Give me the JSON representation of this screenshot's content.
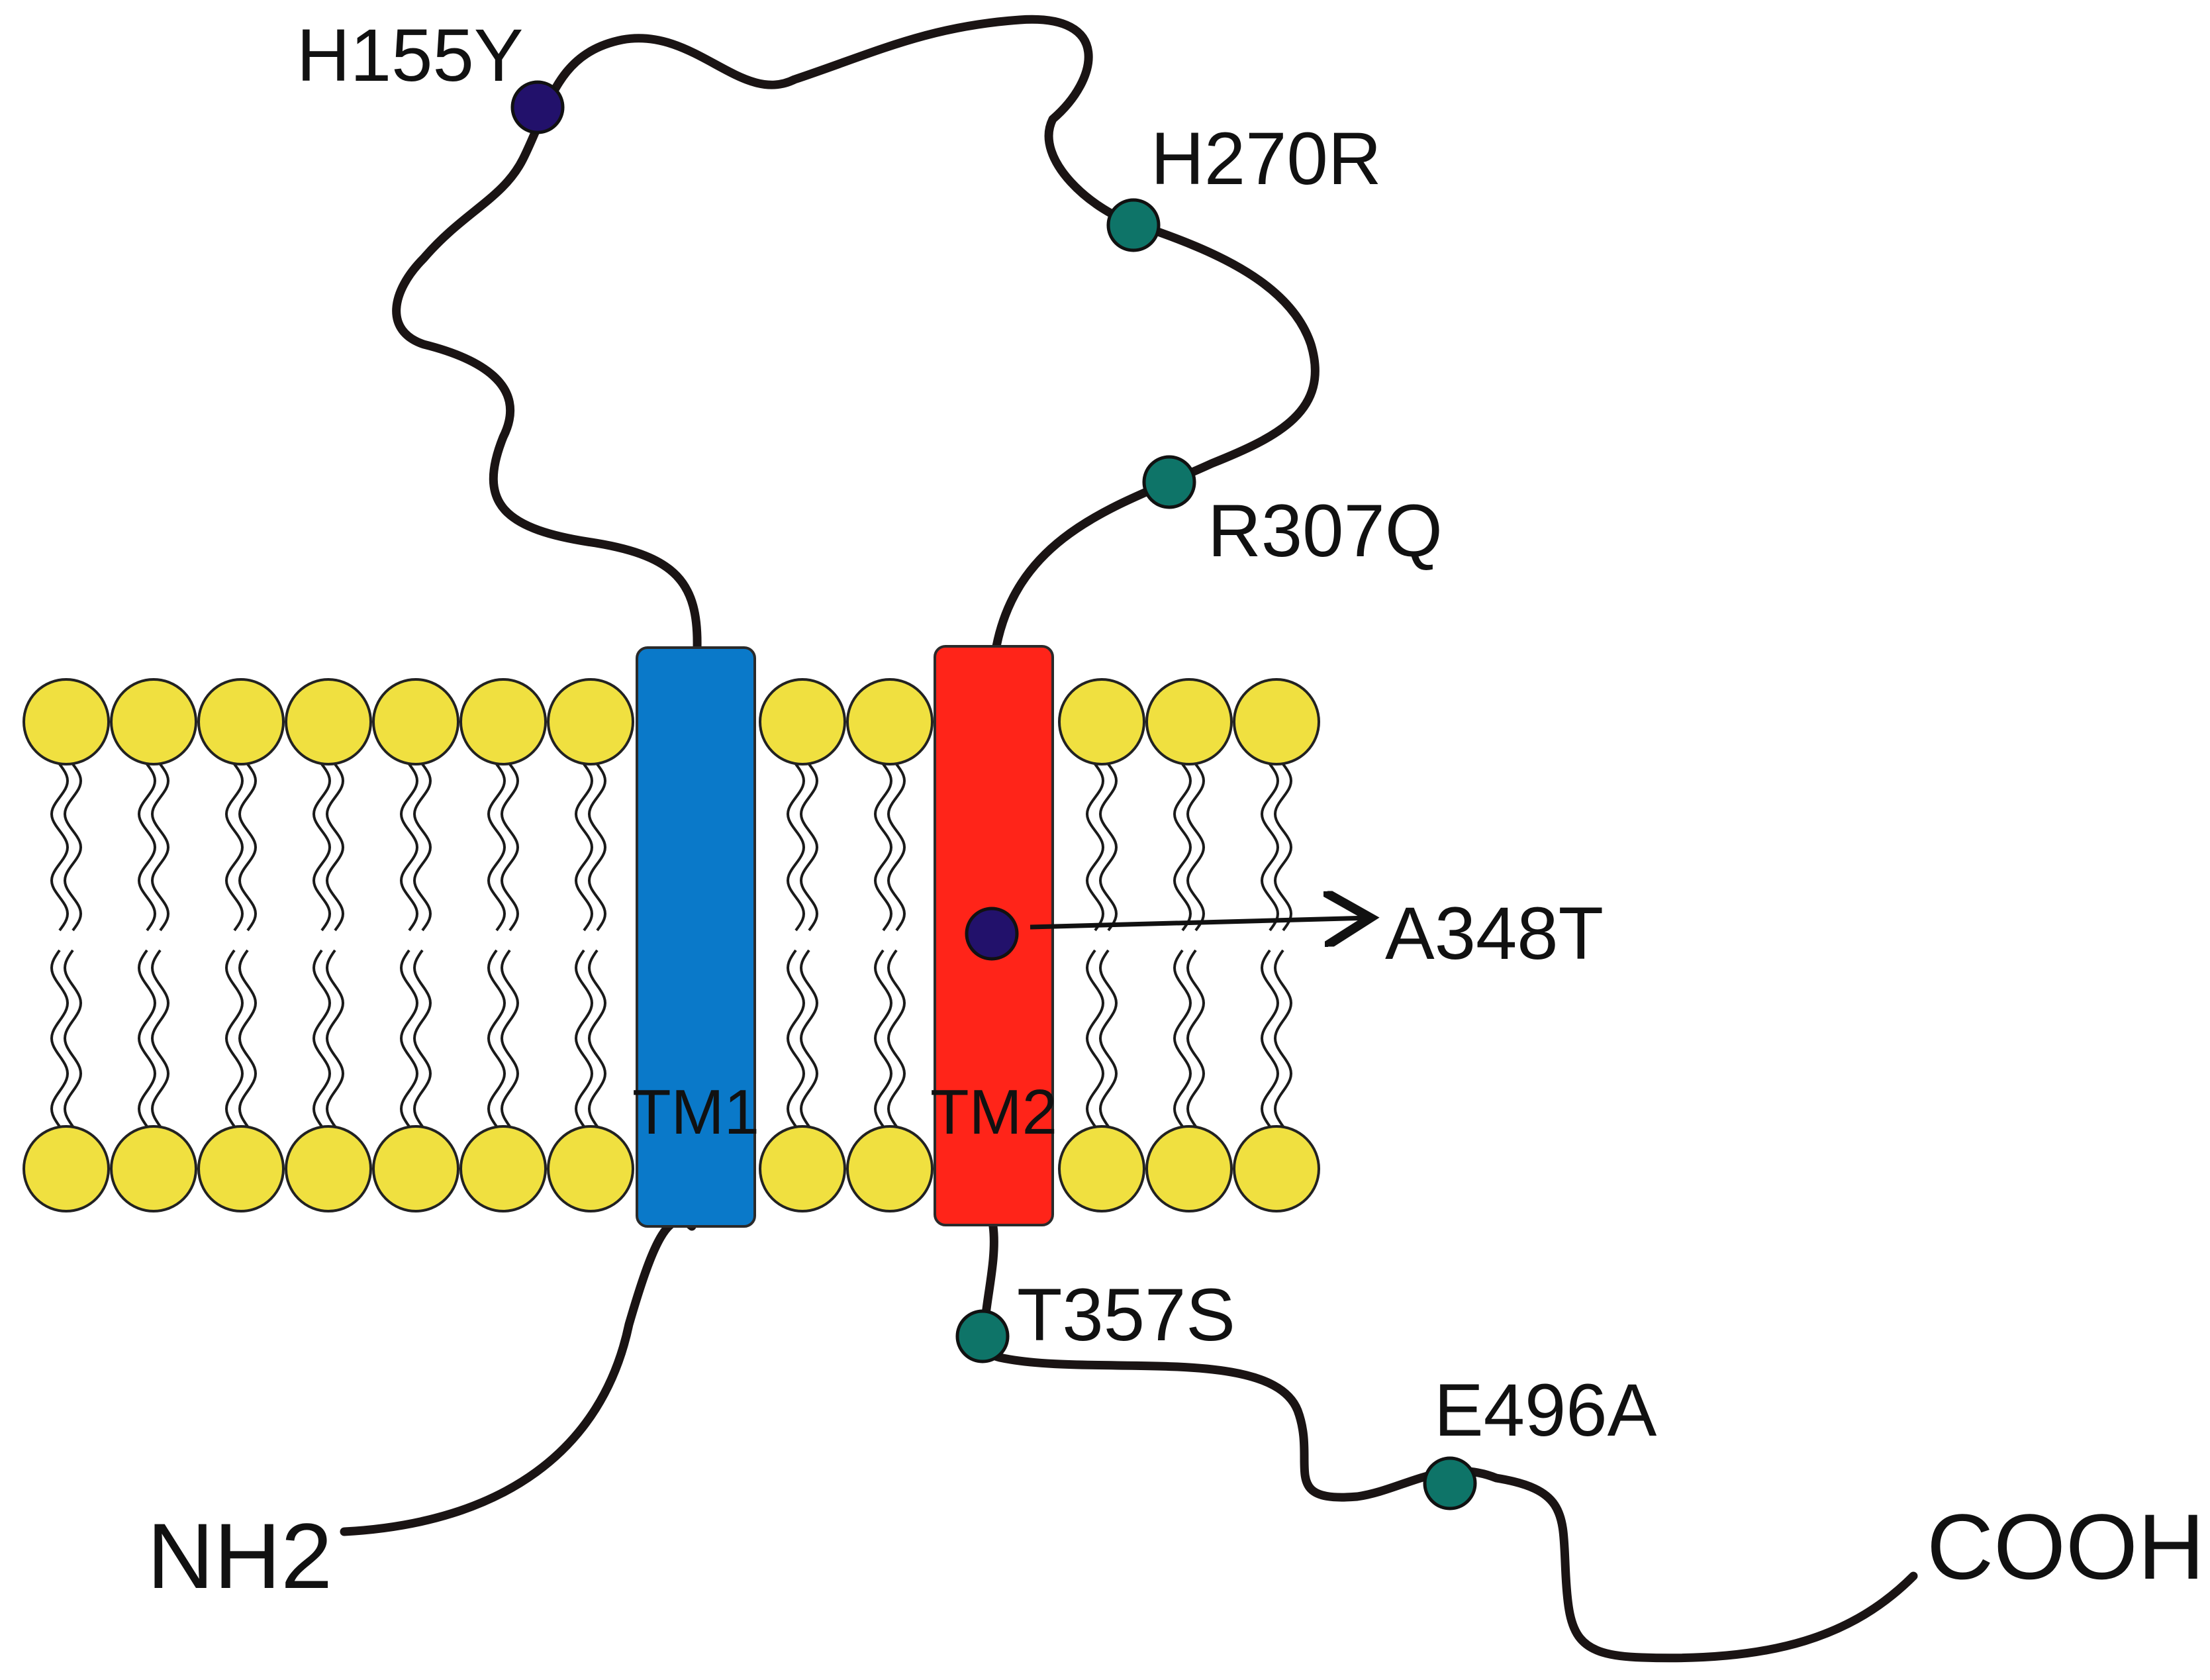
{
  "colors": {
    "lipid_head": "#F0E040",
    "tm1": "#0A79C9",
    "tm2": "#FF2419",
    "mutation_dark": "#22116B",
    "mutation_teal": "#0E7468",
    "chain": "#1A1414"
  },
  "terminals": {
    "n": "NH2",
    "c": "COOH"
  },
  "helices": [
    {
      "id": "tm1",
      "label": "TM1",
      "color_key": "tm1"
    },
    {
      "id": "tm2",
      "label": "TM2",
      "color_key": "tm2"
    }
  ],
  "mutations": [
    {
      "label": "H155Y",
      "color_key": "mutation_dark"
    },
    {
      "label": "H270R",
      "color_key": "mutation_teal"
    },
    {
      "label": "R307Q",
      "color_key": "mutation_teal"
    },
    {
      "label": "A348T",
      "color_key": "mutation_dark"
    },
    {
      "label": "T357S",
      "color_key": "mutation_teal"
    },
    {
      "label": "E496A",
      "color_key": "mutation_teal"
    }
  ]
}
